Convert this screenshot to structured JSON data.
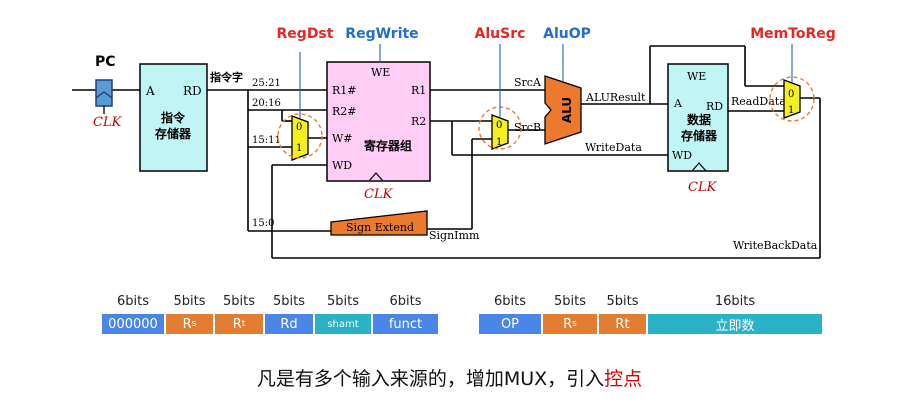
{
  "diagram": {
    "pc": {
      "label": "PC",
      "clk": "CLK"
    },
    "instr_mem": {
      "addr": "A",
      "rd": "RD",
      "name_line1": "指令",
      "name_line2": "存储器",
      "output": "指令字"
    },
    "fields": {
      "f1": "25:21",
      "f2": "20:16",
      "f3": "15:11",
      "f4": "15:0"
    },
    "regfile": {
      "we": "WE",
      "r1a": "R1#",
      "r2a": "R2#",
      "wa": "W#",
      "wd": "WD",
      "r1": "R1",
      "r2": "R2",
      "name": "寄存器组",
      "clk": "CLK"
    },
    "mux_labels": {
      "zero": "0",
      "one": "1"
    },
    "alu": {
      "label": "ALU",
      "srca": "SrcA",
      "srcb": "SrcB",
      "result": "ALUResult"
    },
    "datamem": {
      "we": "WE",
      "addr": "A",
      "rd": "RD",
      "wd": "WD",
      "name_line1": "数据",
      "name_line2": "存储器",
      "clk": "CLK",
      "readdata": "ReadData",
      "writedata": "WriteData"
    },
    "sign_extend": {
      "label": "Sign Extend",
      "output": "SignImm"
    },
    "writeback": "WriteBackData",
    "controls": {
      "regdst": "RegDst",
      "regwrite": "RegWrite",
      "alusrc": "AluSrc",
      "aluop": "AluOP",
      "memtoreg": "MemToReg"
    },
    "colors": {
      "control_red": "#e8261f",
      "control_blue": "#1f6fd0",
      "regfile_fill": "#ffcdf5",
      "mux_fill": "#f6ef1e",
      "alu_fill": "#ec7a2e",
      "mem_fill": "#bff5f5",
      "pc_fill": "#5b9bd5"
    }
  },
  "formats": {
    "r_type": [
      {
        "bits": "6bits",
        "field": "000000",
        "sub": "",
        "color": "#4a86e8"
      },
      {
        "bits": "5bits",
        "field": "R",
        "sub": "s",
        "color": "#e27d32"
      },
      {
        "bits": "5bits",
        "field": "R",
        "sub": "t",
        "color": "#e27d32"
      },
      {
        "bits": "5bits",
        "field": "Rd",
        "sub": "",
        "color": "#4a86e8"
      },
      {
        "bits": "5bits",
        "field": "shamt",
        "sub": "",
        "color": "#2ab3c6"
      },
      {
        "bits": "6bits",
        "field": "funct",
        "sub": "",
        "color": "#4a86e8"
      }
    ],
    "i_type": [
      {
        "bits": "6bits",
        "field": "OP",
        "sub": "",
        "color": "#4a86e8"
      },
      {
        "bits": "5bits",
        "field": "R",
        "sub": "s",
        "color": "#e27d32"
      },
      {
        "bits": "5bits",
        "field": "Rt",
        "sub": "",
        "color": "#e27d32"
      },
      {
        "bits": "16bits",
        "field": "立即数",
        "sub": "",
        "color": "#2ab3c6"
      }
    ]
  },
  "caption": {
    "prefix": "凡是有多个输入来源的，增加MUX，引入",
    "highlight": "控点"
  }
}
